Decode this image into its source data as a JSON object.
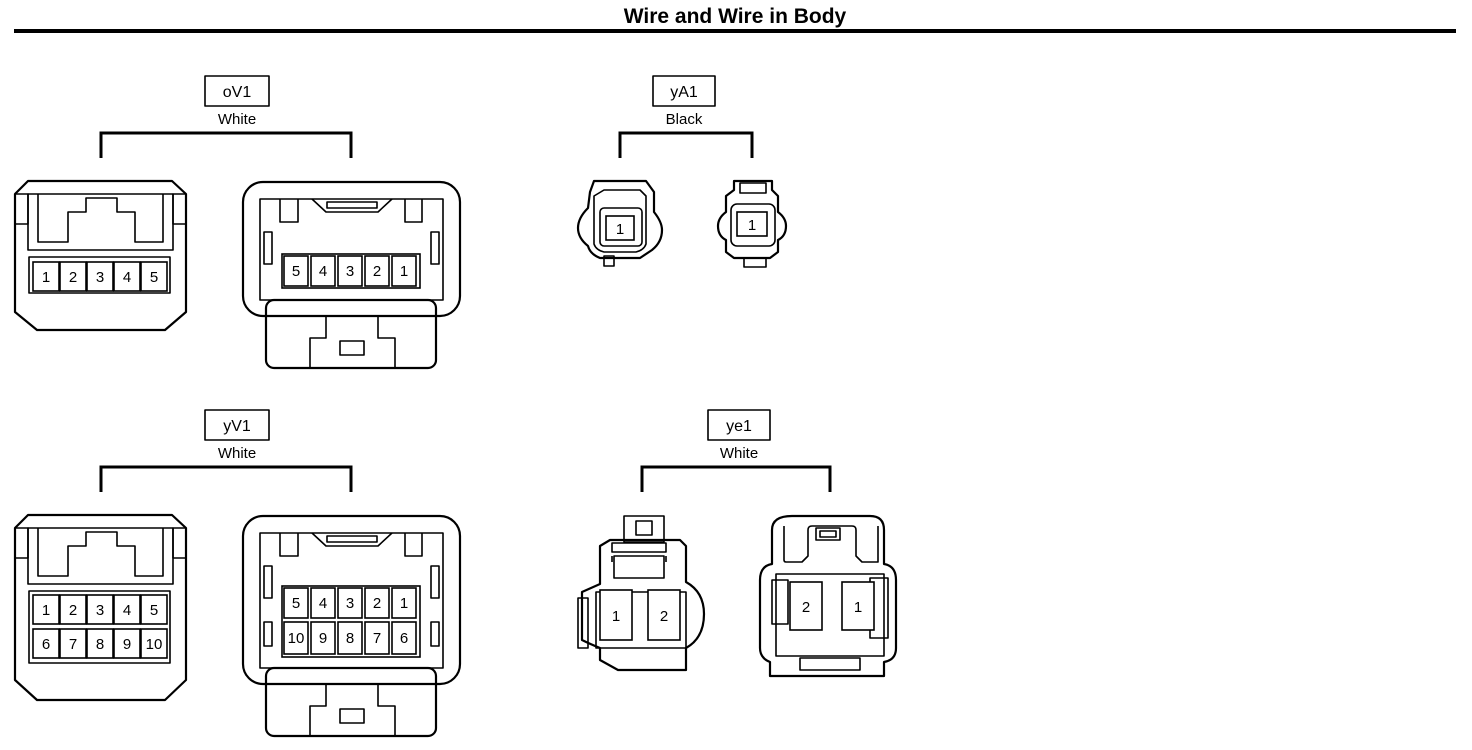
{
  "title": "Wire and Wire in Body",
  "connectors": [
    {
      "code": "oV1",
      "color": "White",
      "left": {
        "rows": [
          [
            "1",
            "2",
            "3",
            "4",
            "5"
          ]
        ]
      },
      "right": {
        "rows": [
          [
            "5",
            "4",
            "3",
            "2",
            "1"
          ]
        ]
      }
    },
    {
      "code": "yA1",
      "color": "Black",
      "left": {
        "rows": [
          [
            "1"
          ]
        ]
      },
      "right": {
        "rows": [
          [
            "1"
          ]
        ]
      }
    },
    {
      "code": "yV1",
      "color": "White",
      "left": {
        "rows": [
          [
            "1",
            "2",
            "3",
            "4",
            "5"
          ],
          [
            "6",
            "7",
            "8",
            "9",
            "10"
          ]
        ]
      },
      "right": {
        "rows": [
          [
            "5",
            "4",
            "3",
            "2",
            "1"
          ],
          [
            "10",
            "9",
            "8",
            "7",
            "6"
          ]
        ]
      }
    },
    {
      "code": "ye1",
      "color": "White",
      "left": {
        "rows": [
          [
            "1",
            "2"
          ]
        ]
      },
      "right": {
        "rows": [
          [
            "2",
            "1"
          ]
        ]
      }
    }
  ]
}
